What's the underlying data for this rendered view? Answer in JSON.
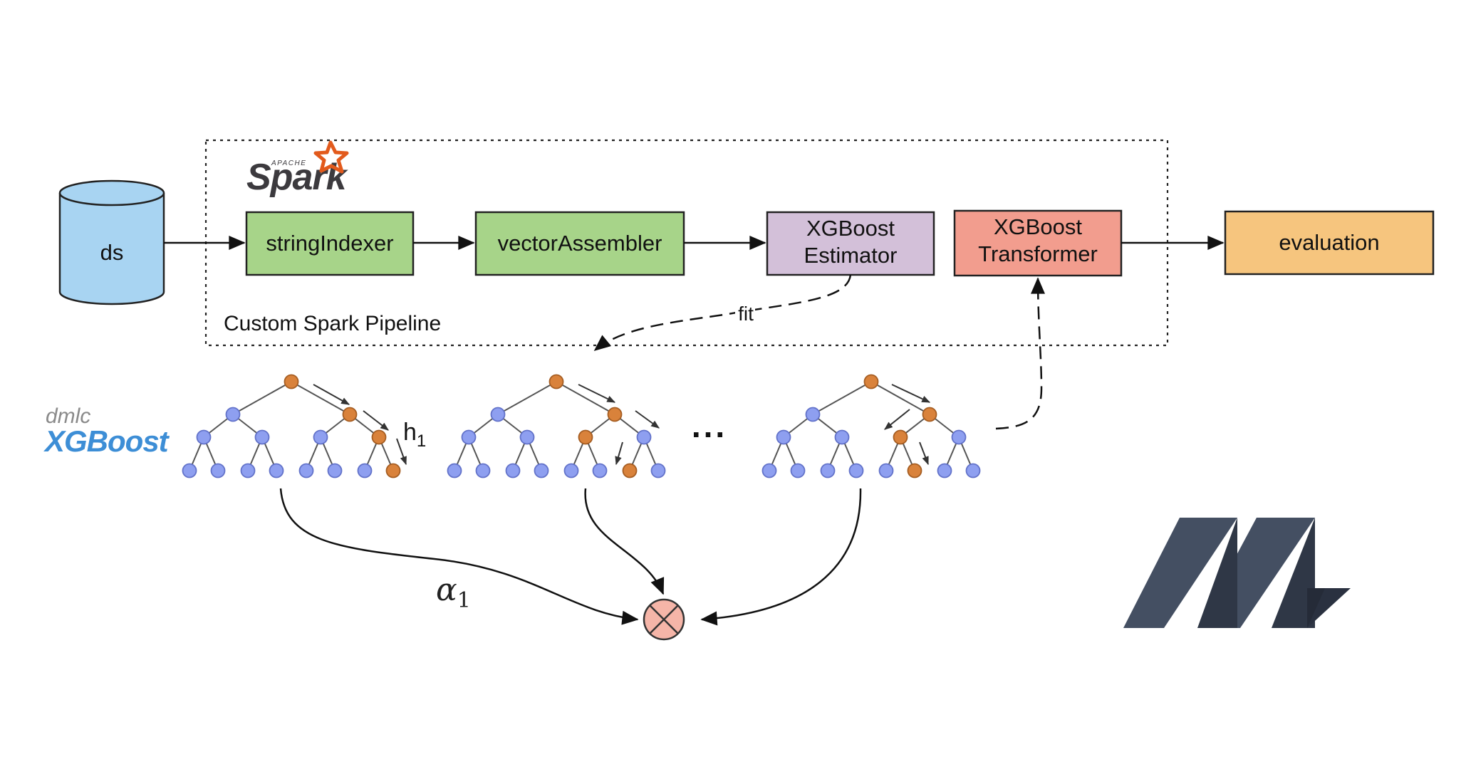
{
  "pipeline": {
    "container_label": "Custom Spark Pipeline",
    "datastore_label": "ds",
    "stages": [
      {
        "id": "string-indexer",
        "label_lines": [
          "stringIndexer"
        ],
        "fill": "#a7d489",
        "stroke": "#222222"
      },
      {
        "id": "vector-assembler",
        "label_lines": [
          "vectorAssembler"
        ],
        "fill": "#a7d489",
        "stroke": "#222222"
      },
      {
        "id": "xgboost-estimator",
        "label_lines": [
          "XGBoost",
          "Estimator"
        ],
        "fill": "#d3c0d9",
        "stroke": "#222222"
      },
      {
        "id": "xgboost-transformer",
        "label_lines": [
          "XGBoost",
          "Transformer"
        ],
        "fill": "#f29d8e",
        "stroke": "#222222"
      },
      {
        "id": "evaluation",
        "label_lines": [
          "evaluation"
        ],
        "fill": "#f6c57e",
        "stroke": "#222222"
      }
    ],
    "datastore_fill": "#a8d4f2",
    "fit_label": "fit"
  },
  "logos": {
    "spark": {
      "top_word": "APACHE",
      "word": "Spark",
      "star_color": "#e25a1c",
      "text_color": "#3c3a3e"
    },
    "xgboost": {
      "top_word": "dmlc",
      "word": "XGBoost",
      "color": "#3d8ed6",
      "top_color": "#8a8a8a"
    },
    "company_mark": {
      "color": "#3f4a5e",
      "shade_color": "#2a3140"
    }
  },
  "ensemble": {
    "tree_count_visible": 3,
    "ellipsis": "...",
    "tree_label": "h",
    "tree_label_subscript": "1",
    "weight_label": "α",
    "weight_label_subscript": "1",
    "node_fill": "#8e9ff0",
    "node_stroke": "#6272c9",
    "path_node_fill": "#d9823b",
    "path_node_stroke": "#a55d22",
    "edge_color": "#555555",
    "combine_fill": "#f5b5a8",
    "combine_stroke": "#333333"
  }
}
